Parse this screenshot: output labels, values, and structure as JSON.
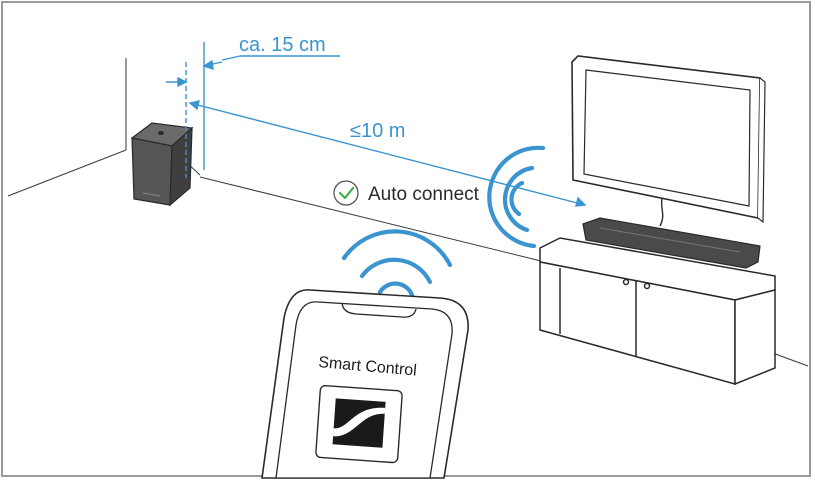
{
  "labels": {
    "distance_speaker_wall": "ca. 15 cm",
    "max_distance": "≤10 m",
    "auto_connect": "Auto connect",
    "app_name": "Smart Control"
  },
  "icons": {
    "check": "check-circle-icon",
    "brand": "sennheiser-logo-icon",
    "wifi": "wireless-signal-icon"
  },
  "colors": {
    "accent": "#3a94cf",
    "check": "#3cb043",
    "line": "#222222",
    "frame": "#9a9a9a",
    "speaker": "#555555"
  }
}
